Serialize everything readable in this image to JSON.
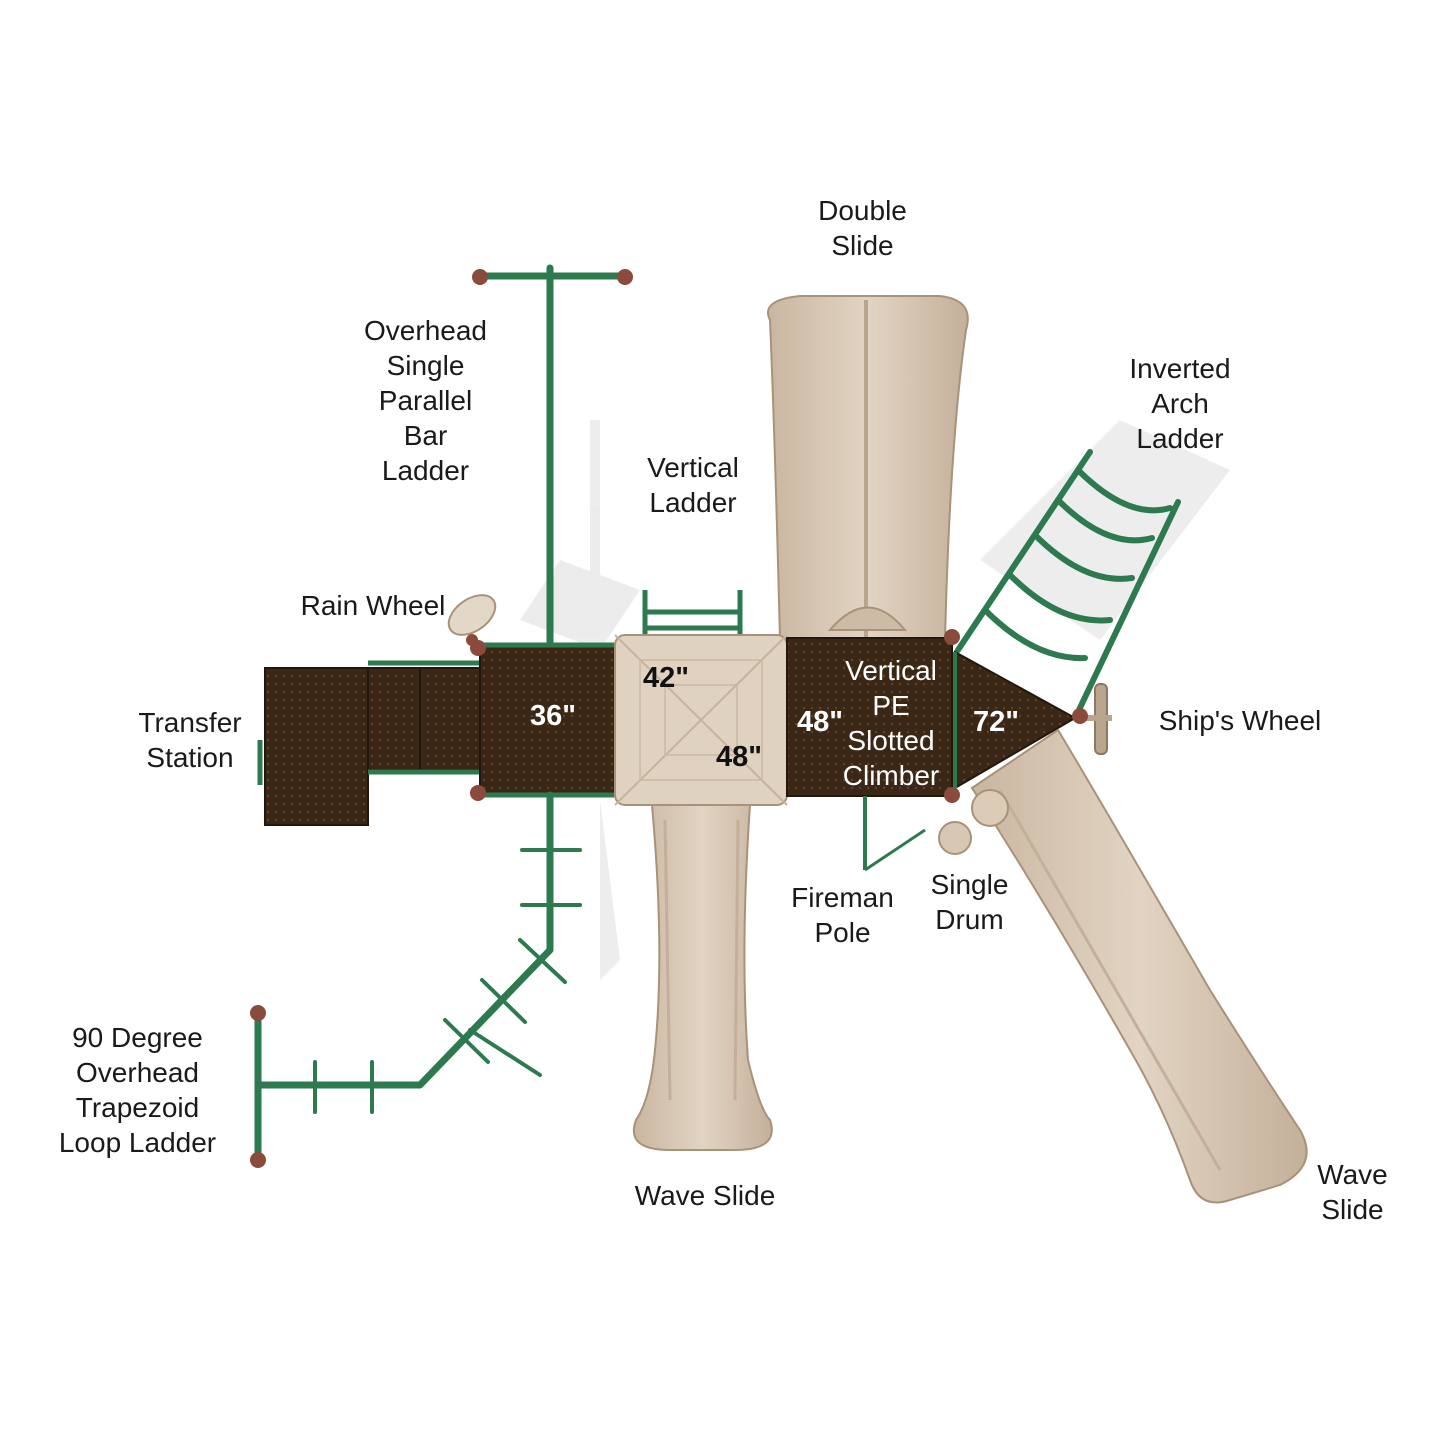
{
  "colors": {
    "deck": "#3b2716",
    "deck_dark": "#2b1c0f",
    "tan": "#d8c7b3",
    "tan_dark": "#b9a48d",
    "green": "#2e7a4f",
    "post": "#8a4a3c",
    "label": "#1a1a1a"
  },
  "labels": {
    "double_slide": [
      "Double",
      "Slide"
    ],
    "overhead_single": [
      "Overhead",
      "Single",
      "Parallel",
      "Bar",
      "Ladder"
    ],
    "vertical_ladder": [
      "Vertical",
      "Ladder"
    ],
    "inverted_arch": [
      "Inverted",
      "Arch",
      "Ladder"
    ],
    "rain_wheel": "Rain Wheel",
    "transfer_station": [
      "Transfer",
      "Station"
    ],
    "vertical_pe": [
      "Vertical",
      "PE",
      "Slotted",
      "Climber"
    ],
    "ships_wheel": "Ship's Wheel",
    "fireman_pole": [
      "Fireman",
      "Pole"
    ],
    "single_drum": [
      "Single",
      "Drum"
    ],
    "loop_ladder": [
      "90 Degree",
      "Overhead",
      "Trapezoid",
      "Loop Ladder"
    ],
    "wave_slide_center": "Wave Slide",
    "wave_slide_right": [
      "Wave",
      "Slide"
    ]
  },
  "deck_heights": {
    "deck_36": "36\"",
    "deck_42": "42\"",
    "deck_48_roof": "48\"",
    "deck_48": "48\"",
    "deck_72": "72\""
  }
}
